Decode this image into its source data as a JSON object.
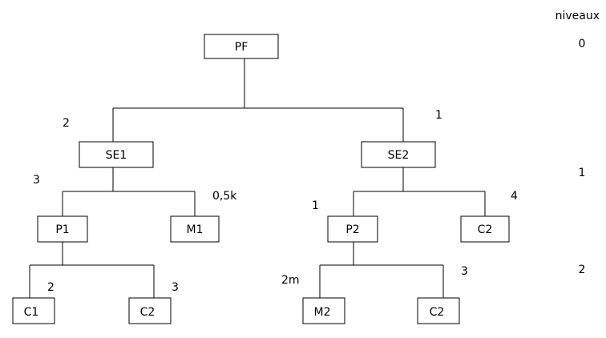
{
  "levels_header": "niveaux",
  "levels": [
    "0",
    "1",
    "2"
  ],
  "nodes": {
    "pf": "PF",
    "se1": "SE1",
    "se2": "SE2",
    "p1": "P1",
    "m1": "M1",
    "p2": "P2",
    "c2_level1": "C2",
    "c1": "C1",
    "c2_under_p1": "C2",
    "m2": "M2",
    "c2_under_p2": "C2"
  },
  "quantities": {
    "se1": "2",
    "se2": "1",
    "p1": "3",
    "m1": "0,5k",
    "p2": "1",
    "c2_level1": "4",
    "c1": "2",
    "c2_under_p1": "3",
    "m2": "2m",
    "c2_under_p2": "3"
  },
  "colors": {
    "line": "#000000",
    "box_fill": "#ffffff",
    "text": "#000000"
  }
}
